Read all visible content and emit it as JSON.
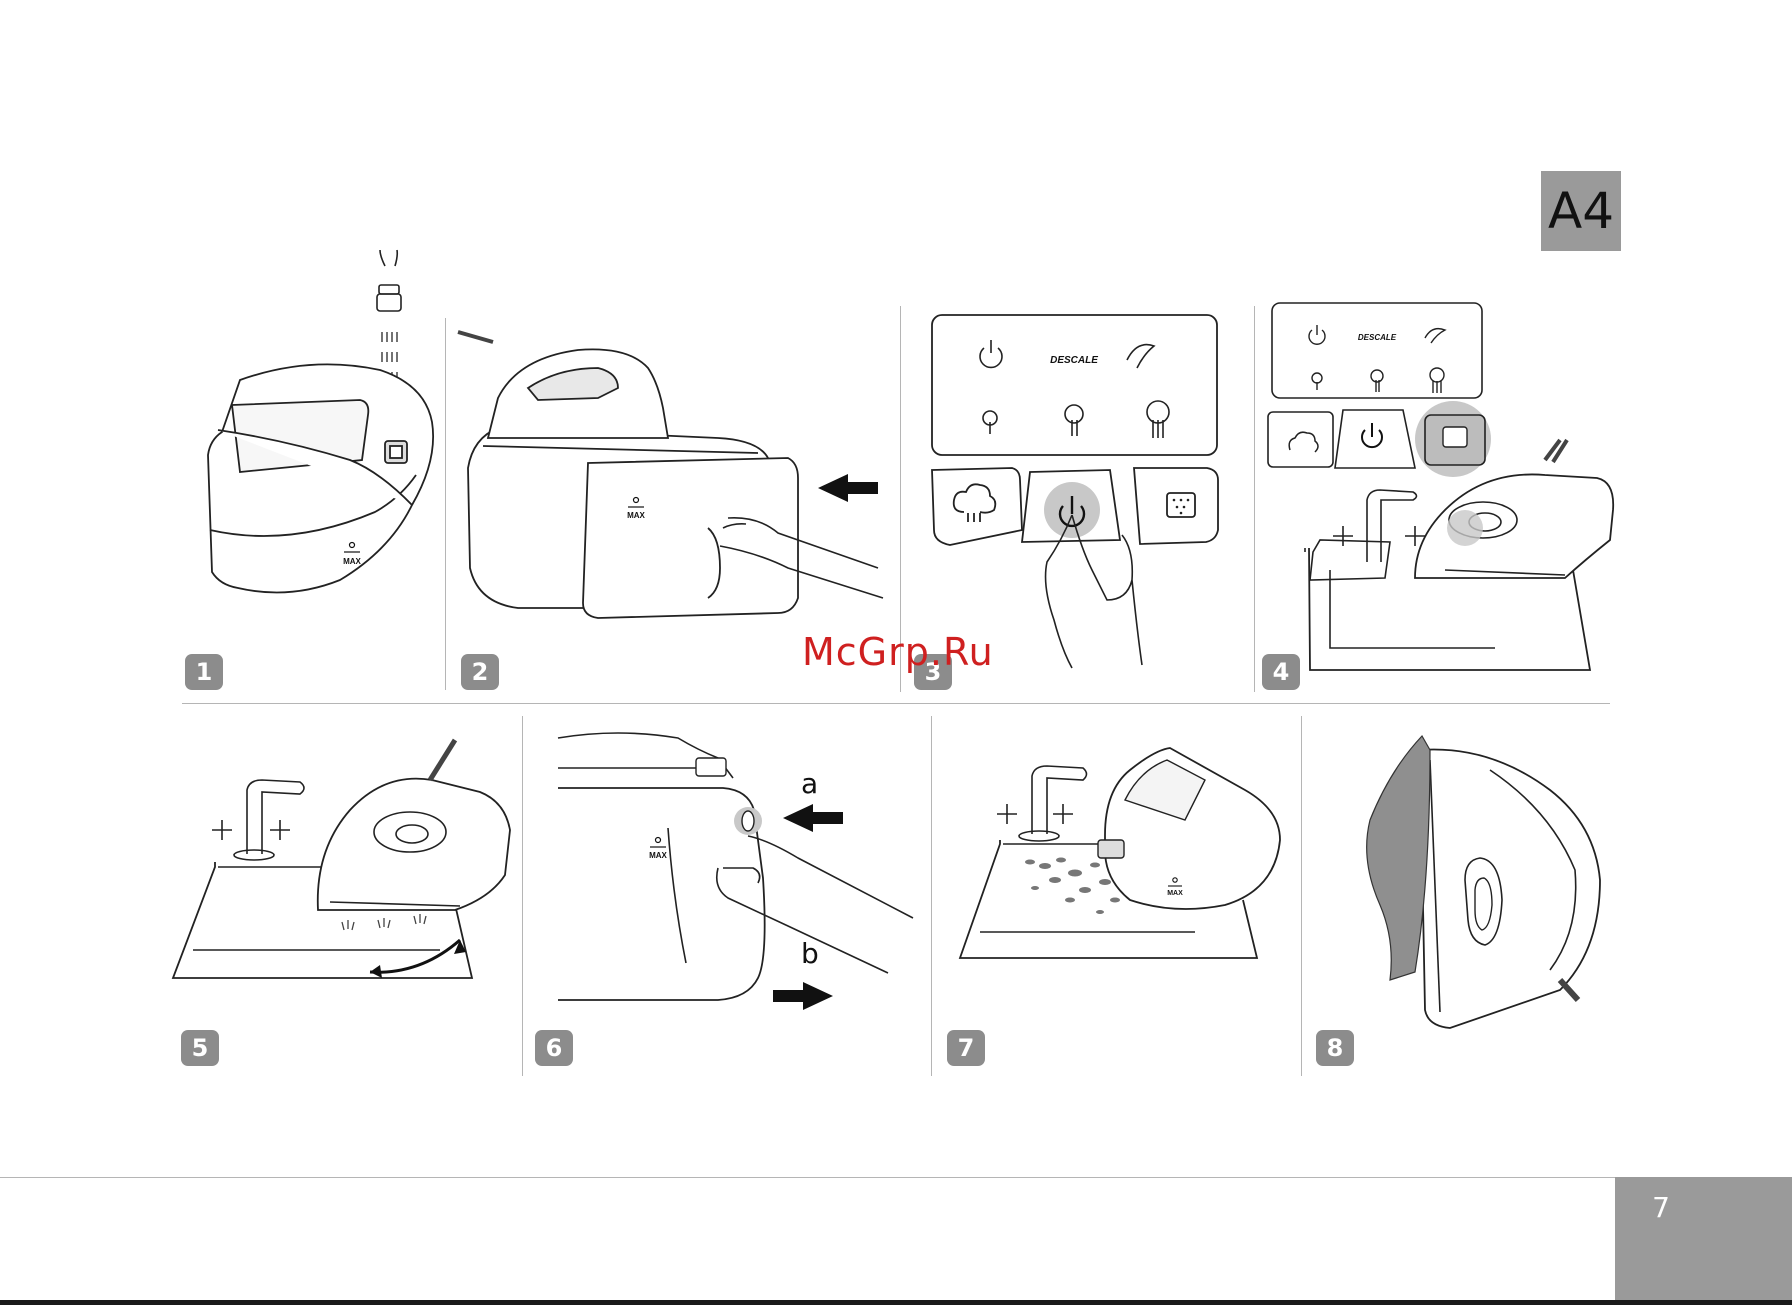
{
  "section_tag": "A4",
  "steps": [
    {
      "number": "1"
    },
    {
      "number": "2"
    },
    {
      "number": "3"
    },
    {
      "number": "4"
    },
    {
      "number": "5"
    },
    {
      "number": "6"
    },
    {
      "number": "7"
    },
    {
      "number": "8"
    }
  ],
  "control_panel": {
    "descale_label": "DESCALE"
  },
  "tank_label": "MAX",
  "step6_labels": {
    "a": "a",
    "b": "b"
  },
  "watermark": "McGrp.Ru",
  "page_number": "7",
  "colors": {
    "tag_bg": "#9a9a9a",
    "badge_bg": "#8c8c8c",
    "watermark": "#cf2020",
    "highlight": "#bdbdbd"
  },
  "icons": [
    "power-icon",
    "descale-icon",
    "iron-steam-icon",
    "steam-low-icon",
    "steam-mid-icon",
    "steam-high-icon",
    "steam-burst-icon",
    "descale-sponge-icon",
    "arrow-left-icon",
    "arrow-right-icon",
    "faucet-icon",
    "hand-icon"
  ]
}
